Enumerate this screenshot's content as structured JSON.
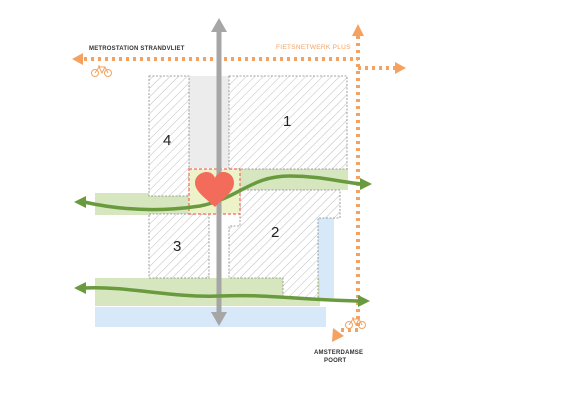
{
  "labels": {
    "metro": "METROSTATION STRANDVLIET",
    "fietsnetwerk": "FIETSNETWERK PLUS",
    "amsterdamse_line1": "AMSTERDAMSE",
    "amsterdamse_line2": "POORT"
  },
  "blocks": [
    {
      "id": "block-1",
      "number": "1"
    },
    {
      "id": "block-2",
      "number": "2"
    },
    {
      "id": "block-3",
      "number": "3"
    },
    {
      "id": "block-4",
      "number": "4"
    }
  ],
  "icons": {
    "bicycle_left": "bicycle-icon",
    "bicycle_right": "bicycle-icon",
    "heart": "heart-icon"
  },
  "colors": {
    "orange": "#f4a261",
    "green": "#6a9a3e",
    "green_light": "#d6e7bf",
    "blue_light": "#d7e8f8",
    "grey": "#a6a6a6",
    "heart": "#f26b5b",
    "heart_zone": "#eef2c8"
  }
}
